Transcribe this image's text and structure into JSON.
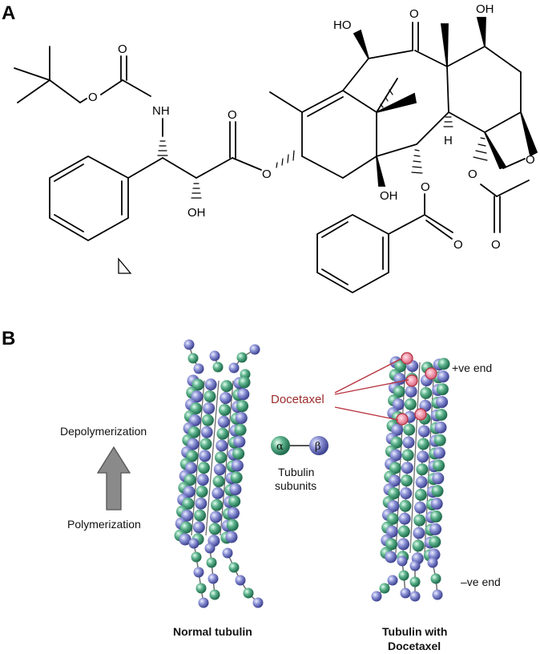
{
  "panels": {
    "a": "A",
    "b": "B"
  },
  "chemistry": {
    "atoms": {
      "o_boc_carbonyl": "O",
      "o_boc_ester": "O",
      "nh": "NH",
      "o_side_carbonyl": "O",
      "oh_side": "OH",
      "o_ester_link": "O",
      "ho_top_left": "HO",
      "o_ketone": "O",
      "oh_top_right": "OH",
      "o_oxetane": "O",
      "h_ring": "H",
      "oh_bottom": "OH",
      "o_benzoyl_link": "O",
      "o_benzoyl_carbonyl": "O",
      "o_acetyl_link": "O",
      "o_acetyl_carbonyl": "O"
    }
  },
  "diagram": {
    "depolymerization_label": "Depolymerization",
    "polymerization_label": "Polymerization",
    "alpha_symbol": "α",
    "beta_symbol": "β",
    "subunit_label_1": "Tubulin",
    "subunit_label_2": "subunits",
    "docetaxel_label": "Docetaxel",
    "plus_end_label": "+ve end",
    "minus_end_label": "–ve end",
    "normal_caption": "Normal tubulin",
    "treated_caption_1": "Tubulin with",
    "treated_caption_2": "Docetaxel",
    "colors": {
      "alpha_green": "#3d8f6e",
      "beta_blue": "#6b72b8",
      "docetaxel_pink": "#e88aa0",
      "docetaxel_red": "#b8333f",
      "arrow_gray": "#8a8a8a"
    }
  }
}
